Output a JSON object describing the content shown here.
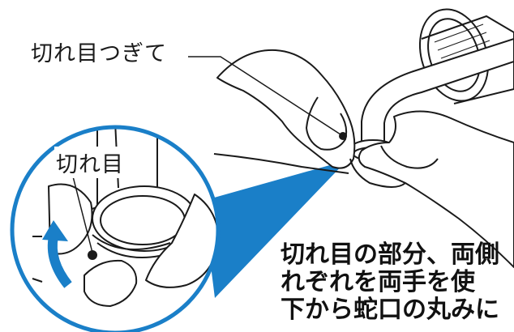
{
  "labels": {
    "top_callout": "切れ目つぎて",
    "inset_callout": "切れ目"
  },
  "caption": {
    "lines": [
      "切れ目の部分、両側",
      "れぞれを両手を使",
      "下から蛇口の丸みに"
    ]
  },
  "colors": {
    "accent_blue": "#1a7fc8",
    "line": "#1a1a1a",
    "background": "#ffffff"
  },
  "icons": {
    "arrow": "curved-up-arrow-icon"
  }
}
